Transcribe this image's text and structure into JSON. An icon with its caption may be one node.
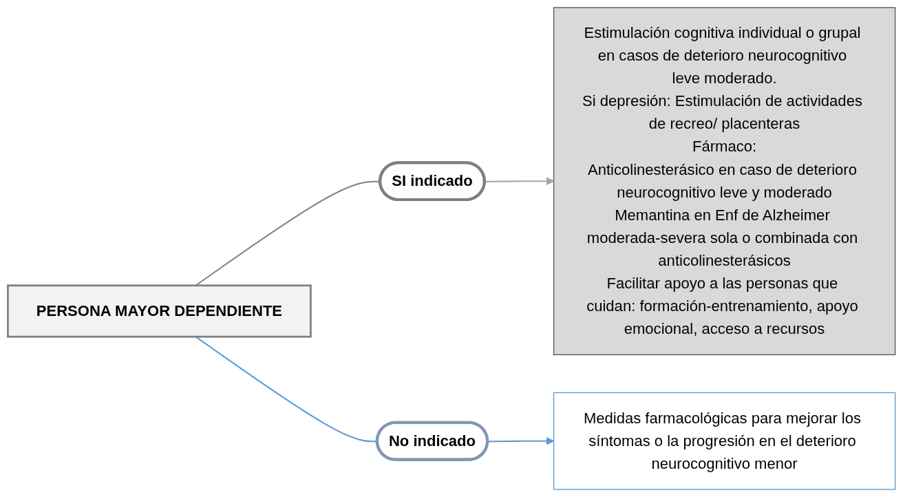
{
  "diagram": {
    "nodes": [
      {
        "text": [
          "PERSONA MAYOR DEPENDIENTE"
        ]
      },
      {
        "text": [
          "SI indicado"
        ]
      },
      {
        "text": [
          "No indicado"
        ]
      },
      {
        "text": [
          "Medidas farmacológicas para mejorar los síntomas o la progresión en el deterioro neurocognitivo menor"
        ]
      },
      {
        "text": [
          "Estimulación cognitiva individual o grupal en casos de deterioro neurocognitivo leve moderado.",
          "Si depresión: Estimulación de actividades de recreo/ placenteras",
          "Fármaco:",
          "Anticolinesterásico en caso de deterioro neurocognitivo leve y moderado",
          "Memantina en Enf de Alzheimer moderada-severa sola o combinada con anticolinesterásicos",
          "Facilitar apoyo a las personas que cuidan: formación-entrenamiento, apoyo emocional, acceso a recursos"
        ]
      }
    ],
    "edges": [
      {
        "from": 0,
        "to": 1,
        "arrow": "none",
        "color": "#7f7f7f"
      },
      {
        "from": 0,
        "to": 2,
        "arrow": "none",
        "color": "#5b9bd5"
      },
      {
        "from": 1,
        "to": 4,
        "arrow": "to",
        "color": "#a6a6a6"
      },
      {
        "from": 2,
        "to": 3,
        "arrow": "to",
        "color": "#5b9bd5"
      }
    ]
  }
}
